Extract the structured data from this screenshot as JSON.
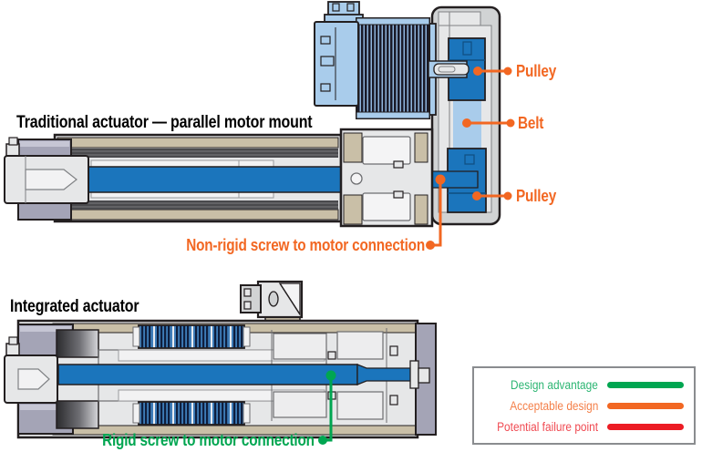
{
  "titles": {
    "traditional": "Traditional actuator — parallel motor mount",
    "integrated": "Integrated actuator"
  },
  "callouts": {
    "pulley_top": "Pulley",
    "belt": "Belt",
    "pulley_bottom": "Pulley",
    "non_rigid": "Non-rigid screw to motor connection",
    "rigid": "Rigid screw to motor connection"
  },
  "legend": {
    "items": [
      {
        "label": "Design advantage",
        "color": "#00A651"
      },
      {
        "label": "Acceptable design",
        "color": "#F26722"
      },
      {
        "label": "Potential failure point",
        "color": "#EC1C24"
      }
    ]
  },
  "colors": {
    "callout_orange": "#F26722",
    "callout_green": "#00A651",
    "failure_red": "#EC1C24",
    "screw_blue": "#1B75BC",
    "motor_light_blue": "#A9CCEB",
    "housing_gray": "#D1D3D4",
    "tan": "#C9BFA7",
    "end_cap_purple_gray": "#A4A4B6",
    "outline": "#231F20"
  }
}
